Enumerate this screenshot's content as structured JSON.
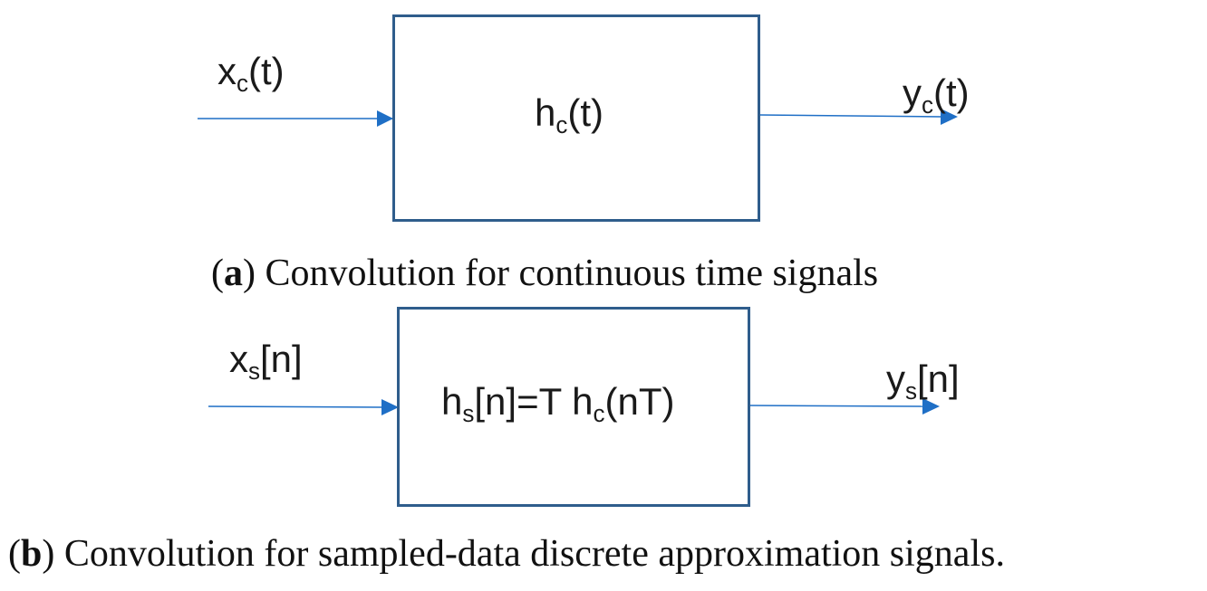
{
  "colors": {
    "arrow": "#1f6fc6",
    "box_border": "#2f5d8c",
    "text": "#1a1a1a"
  },
  "panel_a": {
    "input": {
      "var": "x",
      "sub": "c",
      "arg": "(t)"
    },
    "block": {
      "var": "h",
      "sub": "c",
      "arg": "(t)"
    },
    "output": {
      "var": "y",
      "sub": "c",
      "arg": "(t)"
    },
    "caption_letter": "a",
    "caption_text": "Convolution for continuous time signals"
  },
  "panel_b": {
    "input": {
      "var": "x",
      "sub": "s",
      "arg": "[n]"
    },
    "block": {
      "var": "h",
      "sub": "s",
      "arg": "[n]=T h",
      "sub2": "c",
      "arg2": "(nT)"
    },
    "output": {
      "var": "y",
      "sub": "s",
      "arg": "[n]"
    },
    "caption_letter": "b",
    "caption_text": "Convolution for sampled-data discrete approximation signals."
  }
}
